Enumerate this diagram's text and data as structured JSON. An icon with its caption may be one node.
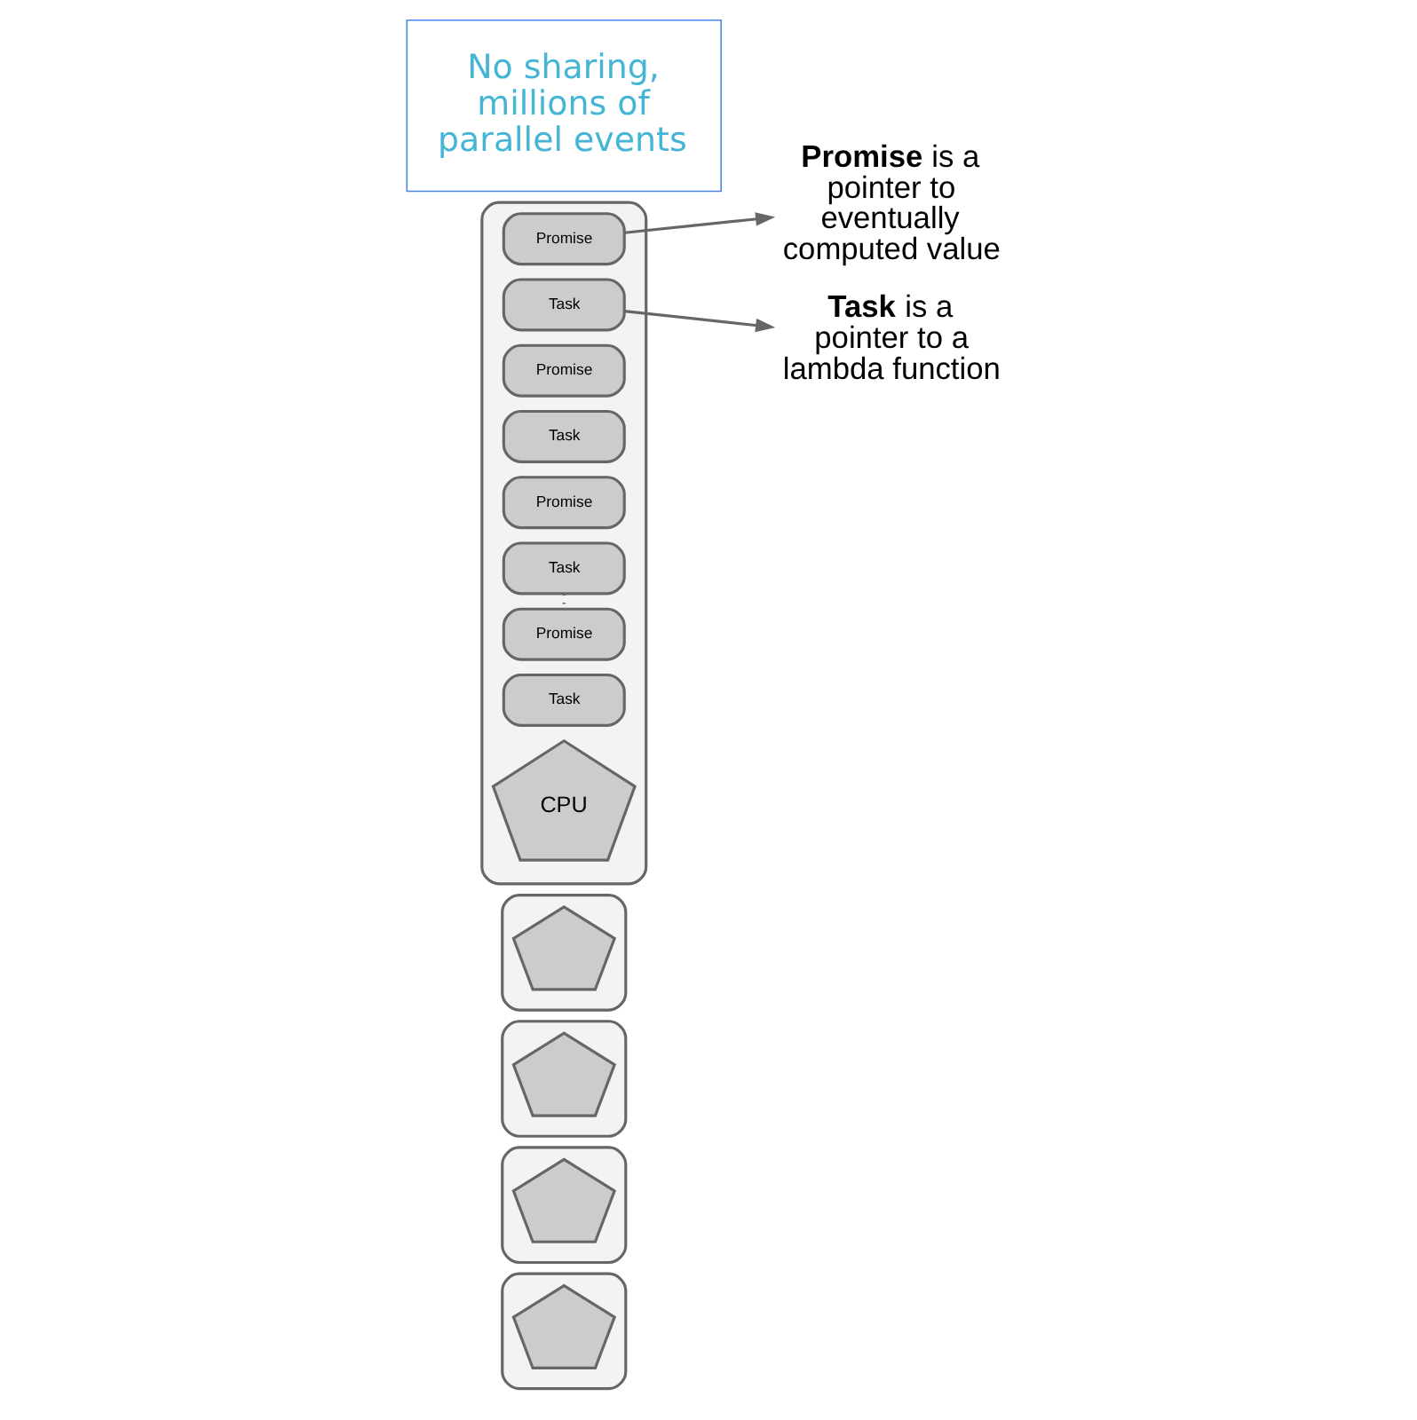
{
  "diagram": {
    "nodes": [
      {
        "text": [],
        "shape": "box"
      },
      {
        "text": [],
        "shape": "pentagon",
        "in": 0
      },
      {
        "text": [],
        "shape": "box"
      },
      {
        "text": [],
        "shape": "pentagon",
        "in": 2
      },
      {
        "text": [],
        "shape": "box"
      },
      {
        "text": [],
        "shape": "pentagon",
        "in": 4
      },
      {
        "text": [],
        "shape": "box"
      },
      {
        "text": [],
        "shape": "pentagon",
        "in": 6
      },
      {
        "text": [],
        "shape": "box"
      },
      {
        "text": [
          "Promise"
        ],
        "in": 8
      },
      {
        "text": [
          "Task"
        ],
        "in": 8
      },
      {
        "text": [
          "Promise"
        ],
        "in": 8
      },
      {
        "text": [
          "Task"
        ],
        "in": 8
      },
      {
        "text": [
          "Promise"
        ],
        "in": 8
      },
      {
        "text": [
          "Task"
        ],
        "in": 8
      },
      {
        "text": [
          "Promise"
        ],
        "in": 8
      },
      {
        "text": [
          "Task"
        ],
        "in": 8
      },
      {
        "text": [
          "CPU"
        ],
        "in": 8
      },
      {
        "text": [
          "**Promise** is a pointer to eventually computed value"
        ]
      },
      {
        "text": [
          "**Task** is a pointer to a lambda function"
        ]
      },
      {
        "text": [
          "No sharing, millions of parallel events"
        ]
      }
    ],
    "edges": [
      {
        "from": 9,
        "to": 18,
        "arrow": "to"
      },
      {
        "from": 10,
        "to": 19,
        "arrow": "to"
      },
      {
        "from": 14,
        "to": 15,
        "arrow": "none",
        "style": "dashed"
      }
    ]
  }
}
